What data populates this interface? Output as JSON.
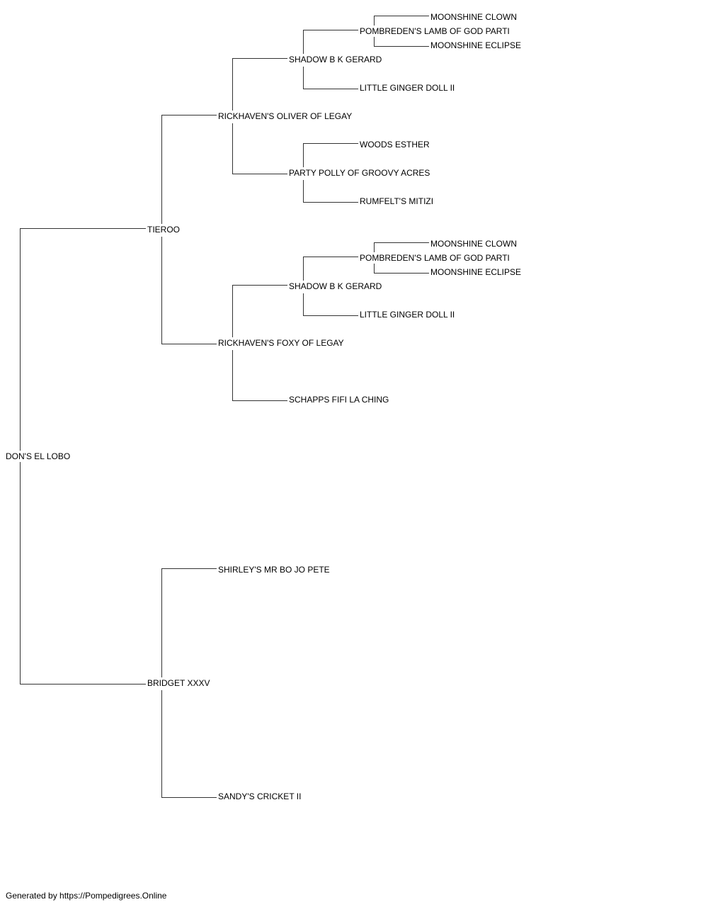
{
  "pedigree": {
    "subject": "DON'S EL LOBO",
    "sire": "TIEROO",
    "dam": "BRIDGET XXXV",
    "sire_sire": "RICKHAVEN'S OLIVER OF LEGAY",
    "sire_dam": "RICKHAVEN'S FOXY OF LEGAY",
    "dam_sire": "SHIRLEY'S MR BO JO PETE",
    "dam_dam": "SANDY'S CRICKET II",
    "sss": "SHADOW B K GERARD",
    "ssd": "PARTY POLLY OF GROOVY ACRES",
    "sds": "SHADOW B K GERARD",
    "sdd": "SCHAPPS FIFI LA CHING",
    "ssss": "POMBREDEN'S LAMB OF GOD PARTI",
    "sssd": "LITTLE GINGER DOLL II",
    "ssds": "WOODS ESTHER",
    "ssdd": "RUMFELT'S MITIZI",
    "sdss": "POMBREDEN'S LAMB OF GOD PARTI",
    "sdsd": "LITTLE GINGER DOLL II",
    "sssss": "MOONSHINE CLOWN",
    "ssssd": "MOONSHINE ECLIPSE",
    "sdsss": "MOONSHINE CLOWN",
    "sdssd": "MOONSHINE ECLIPSE"
  },
  "footer": "Generated by https://Pompedigrees.Online",
  "colors": {
    "line": "#333333",
    "text": "#000000"
  }
}
